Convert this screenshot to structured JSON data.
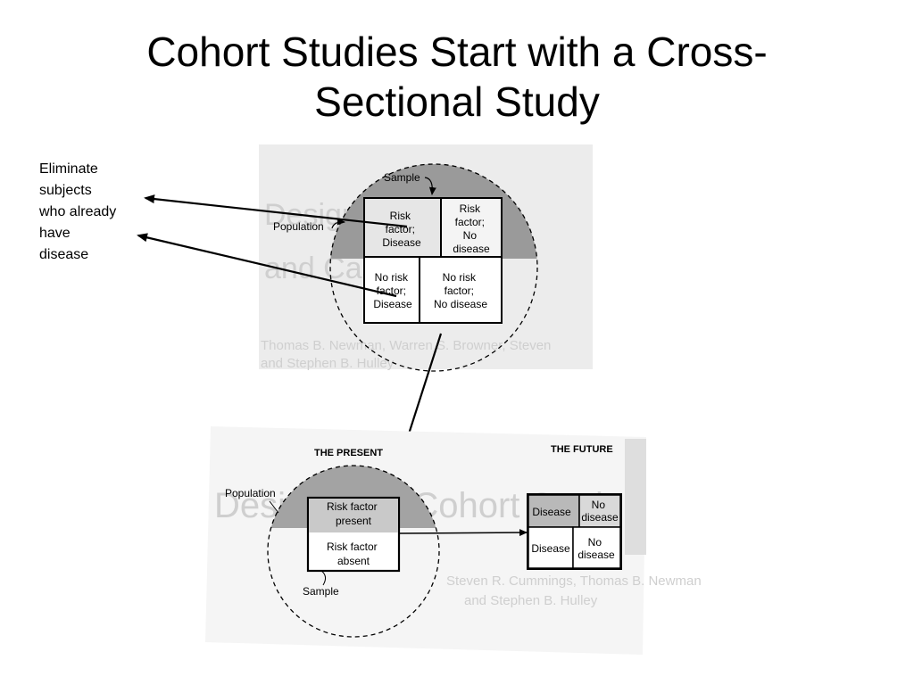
{
  "slide": {
    "title_line1": "Cohort Studies Start with a Cross-",
    "title_line2": "Sectional Study",
    "note_lines": [
      "Eliminate",
      "subjects",
      "who already",
      "have",
      "disease"
    ]
  },
  "top_figure": {
    "sample_label": "Sample",
    "population_label": "Population",
    "cells": {
      "rf_disease": [
        "Risk",
        "factor;",
        "Disease"
      ],
      "rf_no_disease": [
        "Risk",
        "factor;",
        "No",
        "disease"
      ],
      "nrf_disease": [
        "No risk",
        "factor;",
        "Disease"
      ],
      "nrf_no_disease": [
        "No risk",
        "factor;",
        "No disease"
      ]
    },
    "background_text": {
      "line1": "Thomas B. Newman, Warren S. Browner, Steven",
      "line2": "and Stephen B. Hulley"
    }
  },
  "bottom_figure": {
    "present_label": "THE PRESENT",
    "future_label": "THE FUTURE",
    "population_label": "Population",
    "sample_label": "Sample",
    "risk_present": [
      "Risk factor",
      "present"
    ],
    "risk_absent": [
      "Risk factor",
      "absent"
    ],
    "outcomes": {
      "disease_1": "Disease",
      "no_disease_1": [
        "No",
        "disease"
      ],
      "disease_2": "Disease",
      "no_disease_2": [
        "No",
        "disease"
      ]
    },
    "background_text": {
      "line1": "Steven R. Cummings, Thomas B. Newman",
      "line2": "and Stephen B. Hulley"
    }
  },
  "colors": {
    "scan_gray": "#e9e9e9",
    "shade": "#9a9a9a",
    "paper": "#f6f6f6"
  }
}
